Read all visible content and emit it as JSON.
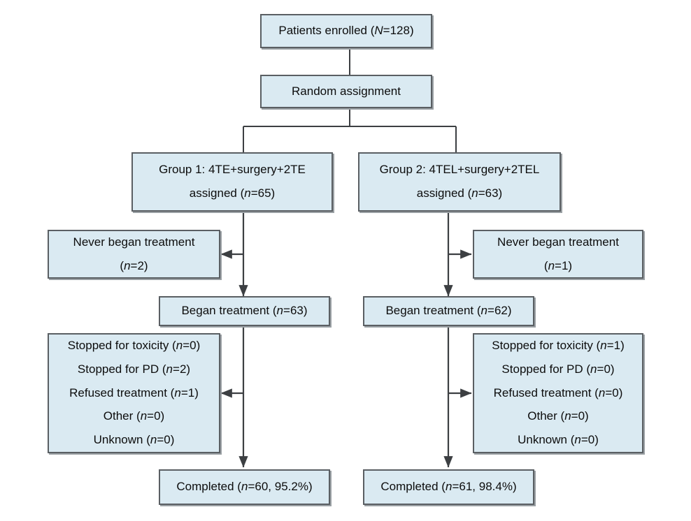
{
  "diagram": {
    "type": "consort-flow-diagram",
    "colors": {
      "node_fill": "#daeaf2",
      "node_border": "#5a5f63",
      "edge": "#3c3f42",
      "background": "#ffffff",
      "text": "#0d0d0d"
    },
    "nodes": {
      "enrolled": {
        "line1_a": "Patients enrolled (",
        "line1_var": "N",
        "line1_b": "=128)"
      },
      "randomization": {
        "label": "Random assignment"
      },
      "group1": {
        "line1": "Group 1: 4TE+surgery+2TE",
        "line2_a": "assigned (",
        "line2_var": "n",
        "line2_b": "=65)"
      },
      "group2": {
        "line1": "Group 2: 4TEL+surgery+2TEL",
        "line2_a": "assigned (",
        "line2_var": "n",
        "line2_b": "=63)"
      },
      "never_began_left": {
        "line1": "Never began treatment",
        "line2_a": "(",
        "line2_var": "n",
        "line2_b": "=2)"
      },
      "never_began_right": {
        "line1": "Never began treatment",
        "line2_a": "(",
        "line2_var": "n",
        "line2_b": "=1)"
      },
      "began_left": {
        "line1_a": "Began treatment (",
        "line1_var": "n",
        "line1_b": "=63)"
      },
      "began_right": {
        "line1_a": "Began treatment (",
        "line1_var": "n",
        "line1_b": "=62)"
      },
      "discontinued_left": {
        "rows": [
          {
            "label": "Stopped for toxicity (",
            "var": "n",
            "value": "=0)"
          },
          {
            "label": "Stopped for PD (",
            "var": "n",
            "value": "=2)"
          },
          {
            "label": "Refused treatment (",
            "var": "n",
            "value": "=1)"
          },
          {
            "label": "Other (",
            "var": "n",
            "value": "=0)"
          },
          {
            "label": "Unknown (",
            "var": "n",
            "value": "=0)"
          }
        ]
      },
      "discontinued_right": {
        "rows": [
          {
            "label": "Stopped for toxicity (",
            "var": "n",
            "value": "=1)"
          },
          {
            "label": "Stopped for PD (",
            "var": "n",
            "value": "=0)"
          },
          {
            "label": "Refused treatment (",
            "var": "n",
            "value": "=0)"
          },
          {
            "label": "Other (",
            "var": "n",
            "value": "=0)"
          },
          {
            "label": "Unknown (",
            "var": "n",
            "value": "=0)"
          }
        ]
      },
      "completed_left": {
        "line1_a": "Completed (",
        "line1_var": "n",
        "line1_b": "=60, 95.2%)"
      },
      "completed_right": {
        "line1_a": "Completed (",
        "line1_var": "n",
        "line1_b": "=61, 98.4%)"
      }
    }
  }
}
